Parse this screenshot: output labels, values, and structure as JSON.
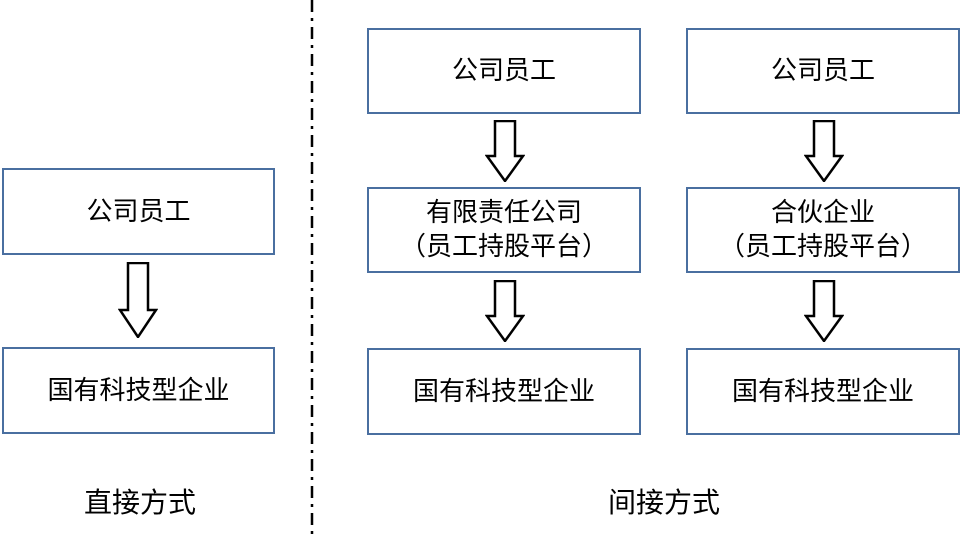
{
  "direct": {
    "top_box": "公司员工",
    "bottom_box": "国有科技型企业",
    "caption": "直接方式"
  },
  "indirect": {
    "caption": "间接方式",
    "left": {
      "top_box": "公司员工",
      "middle_line1": "有限责任公司",
      "middle_line2": "（员工持股平台）",
      "bottom_box": "国有科技型企业"
    },
    "right": {
      "top_box": "公司员工",
      "middle_line1": "合伙企业",
      "middle_line2": "（员工持股平台）",
      "bottom_box": "国有科技型企业"
    }
  },
  "colors": {
    "box_border": "#4a6fa0",
    "arrow_stroke": "#000000",
    "divider": "#000000"
  }
}
